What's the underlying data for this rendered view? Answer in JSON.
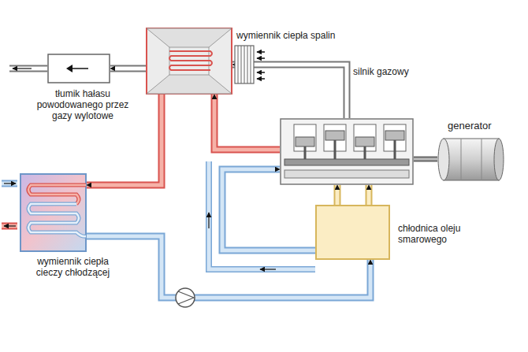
{
  "diagram": {
    "nodes": [
      {
        "text": [
          "wymiennik ciepła spalin"
        ]
      },
      {
        "text": [
          "tłumik hałasu powodowanego przez gazy wylotowe"
        ]
      },
      {
        "text": [
          "silnik gazowy"
        ]
      },
      {
        "text": [
          "generator"
        ]
      },
      {
        "text": [
          "wymiennik ciepła cieczy chłodzącej"
        ]
      },
      {
        "text": [
          "chłodnica oleju smarowego"
        ]
      }
    ],
    "edges": [
      {
        "from": 2,
        "to": 0,
        "arrow": "to"
      },
      {
        "from": 0,
        "to": 1,
        "arrow": "to"
      },
      {
        "from": 2,
        "to": 3,
        "arrow": "none"
      },
      {
        "from": 2,
        "to": 0,
        "arrow": "to"
      },
      {
        "from": 0,
        "to": 4,
        "arrow": "to"
      },
      {
        "from": 4,
        "to": 5,
        "arrow": "to"
      },
      {
        "from": 5,
        "to": 2,
        "arrow": "to"
      },
      {
        "from": 5,
        "to": 2,
        "arrow": "to"
      },
      {
        "from": 5,
        "to": 2,
        "arrow": "to"
      }
    ]
  }
}
